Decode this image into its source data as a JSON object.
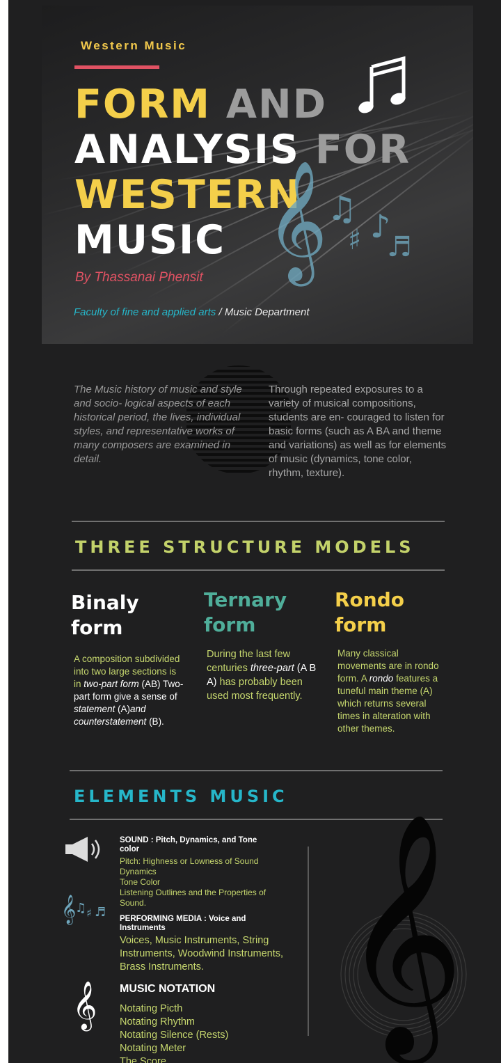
{
  "header": {
    "kicker": "Western Music",
    "title_line1_a": "FORM",
    "title_line1_b": "AND",
    "title_line2_a": "ANALYSIS",
    "title_line2_b": "FOR",
    "title_line3": "WESTERN",
    "title_line4": "MUSIC",
    "author": "By Thassanai Phensit",
    "faculty": "Faculty of fine and applied arts",
    "separator": "/",
    "department": "Music Department"
  },
  "intro": {
    "left_text": "The Music history of music and style and socio- logical aspects of each historical period, the lives, individual styles, and representative works of many composers are examined in detail.",
    "right_text": "Through repeated exposures to a variety of musical compositions, students are en- couraged to listen for basic forms (such as A BA and theme and variations) as well as for elements of music (dynamics, tone color, rhythm, texture)."
  },
  "structure": {
    "title": "THREE STRUCTURE MODELS",
    "binary_title_1": "Binaly",
    "binary_title_2": "form",
    "binary_t1": "A composition subdivided into two large sections is in ",
    "binary_t2": "two-part form",
    "binary_t3": " (AB) Two-part form give a sense of ",
    "binary_t4": "statement",
    "binary_t5": " (A)",
    "binary_t6": "and counterstatement",
    "binary_t7": " (B).",
    "ternary_title_1": "Ternary",
    "ternary_title_2": "form",
    "ternary_t1": "During the last few centuries ",
    "ternary_t2": "three-part",
    "ternary_t3": " (A B A)",
    "ternary_t4": " has probably been used most frequently.",
    "rondo_title_1": "Rondo",
    "rondo_title_2": "form",
    "rondo_t1": "Many classical movements are in rondo form. A ",
    "rondo_t2": "rondo",
    "rondo_t3": " features a tuneful main theme (A) which returns several times in alteration with other themes."
  },
  "elements": {
    "title": "ELEMENTS MUSIC",
    "sound_head": "SOUND : Pitch, Dynamics, and Tone color",
    "sound_lines": [
      "Pitch: Highness or Lowness of Sound",
      "Dynamics",
      "Tone Color",
      "Listening Outlines and the Properties of Sound."
    ],
    "media_head": "PERFORMING MEDIA : Voice and Instruments",
    "media_text": "Voices, Music Instruments, String Instruments, Woodwind Instruments, Brass Instruments.",
    "notation_head": "MUSIC NOTATION",
    "notation_lines": [
      "Notating Picth",
      "Notating Rhythm",
      "Notating Silence (Rests)",
      "Notating Meter",
      "The Score"
    ]
  },
  "colors": {
    "background": "#1f1f20",
    "yellow": "#f4cf4a",
    "red": "#e05263",
    "cyan": "#26b6c9",
    "lime": "#c6d76e",
    "teal": "#4fae9a"
  }
}
